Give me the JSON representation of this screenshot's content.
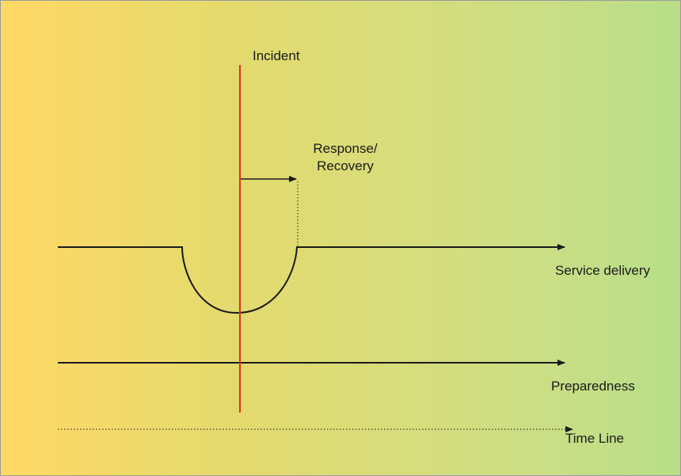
{
  "labels": {
    "incident": "Incident",
    "response_recovery": [
      "Response/",
      "Recovery"
    ],
    "service_delivery": "Service delivery",
    "preparedness": "Preparedness",
    "time_line": "Time Line"
  },
  "colors": {
    "incident_line": "#e0301e",
    "stroke": "#1a1a1a",
    "gradient_start": "#ffd966",
    "gradient_end": "#b7df88"
  }
}
